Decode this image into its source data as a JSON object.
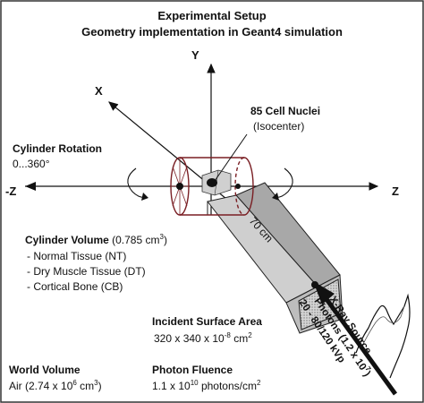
{
  "title": {
    "line1": "Experimental Setup",
    "line2": "Geometry implementation in Geant4 simulation"
  },
  "axes": {
    "y": "Y",
    "x": "X",
    "z_pos": "Z",
    "z_neg": "-Z"
  },
  "nuclei": {
    "label": "85 Cell Nuclei",
    "sub": "(Isocenter)"
  },
  "rotation": {
    "label": "Cylinder Rotation",
    "range": "0...360°"
  },
  "distance": "70 cm",
  "cylinder_volume": {
    "label_bold": "Cylinder Volume",
    "value": " (0.785 cm",
    "exp": "3",
    "close": ")",
    "items": [
      "- Normal Tissue (NT)",
      "- Dry Muscle Tissue (DT)",
      "- Cortical Bone (CB)"
    ]
  },
  "incident_area": {
    "label": "Incident Surface Area",
    "value_a": "320 x 340 x 10",
    "exp1": "-8",
    "value_b": " cm",
    "exp2": "2"
  },
  "world_volume": {
    "label": "World Volume",
    "value_a": "Air (2.74 x 10",
    "exp1": "6",
    "value_b": " cm",
    "exp2": "3",
    "close": ")"
  },
  "photon_fluence": {
    "label": "Photon Fluence",
    "value_a": "1.1 x 10",
    "exp1": "10",
    "value_b": " photons/cm",
    "exp2": "2"
  },
  "xray": {
    "line1": "X-Ray Source",
    "line2_a": "Photons (1.2 x 10",
    "line2_exp": "7",
    "line2_b": ")",
    "line3": "20 - 80/120 kVp"
  },
  "colors": {
    "cylinder": "#7a1f24",
    "box_face": "#c8c8c8",
    "box_side": "#a8a8a8"
  }
}
